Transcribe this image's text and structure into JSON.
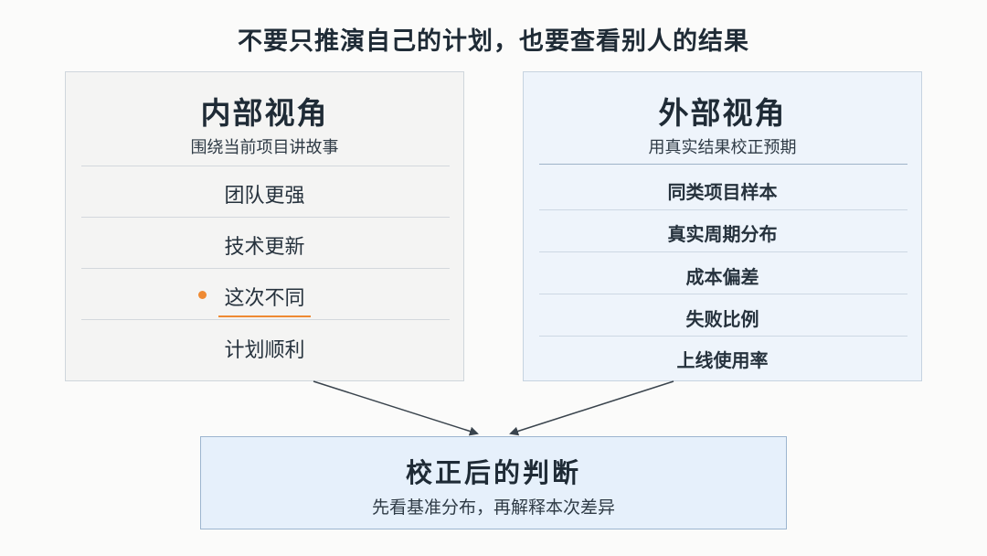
{
  "title": "不要只推演自己的计划，也要查看别人的结果",
  "inside_view": {
    "heading": "内部视角",
    "subtitle": "围绕当前项目讲故事",
    "items": [
      "团队更强",
      "技术更新",
      "这次不同",
      "计划顺利"
    ],
    "highlighted_index": 2
  },
  "outside_view": {
    "heading": "外部视角",
    "subtitle": "用真实结果校正预期",
    "items": [
      "同类项目样本",
      "真实周期分布",
      "成本偏差",
      "失败比例",
      "上线使用率"
    ]
  },
  "result": {
    "heading": "校正后的判断",
    "subtitle": "先看基准分布，再解释本次差异"
  },
  "colors": {
    "accent": "#ef8a33",
    "arrow": "#3a444d",
    "inside_bg": "#f4f4f3",
    "outside_bg": "#eef4fb",
    "result_bg": "#e6f0fb"
  }
}
